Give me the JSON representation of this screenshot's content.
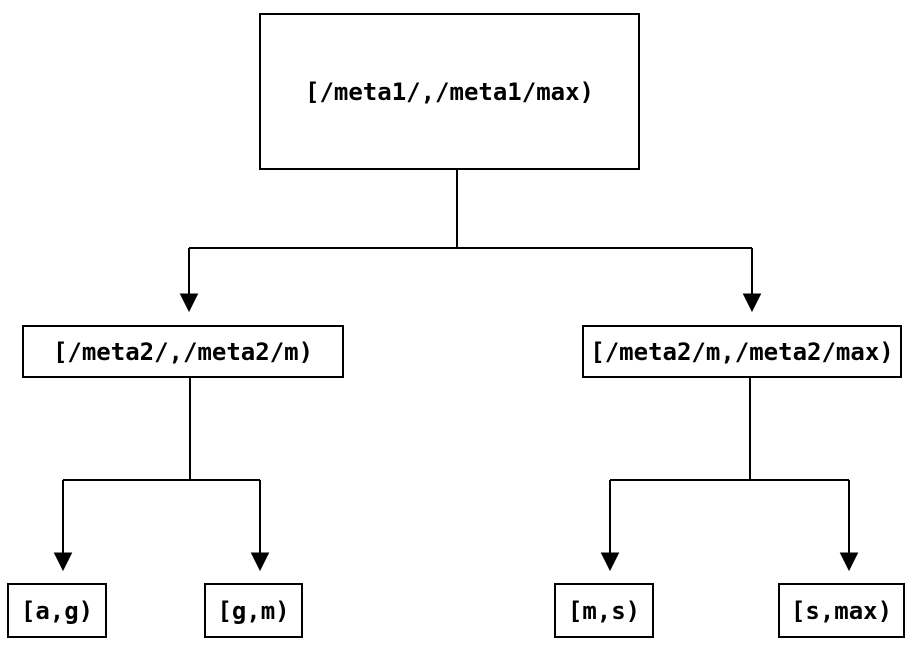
{
  "tree": {
    "root": {
      "label": "[/meta1/,/meta1/max)"
    },
    "level2": [
      {
        "label": "[/meta2/,/meta2/m)"
      },
      {
        "label": "[/meta2/m,/meta2/max)"
      }
    ],
    "leaves": [
      {
        "label": "[a,g)"
      },
      {
        "label": "[g,m)"
      },
      {
        "label": "[m,s)"
      },
      {
        "label": "[s,max)"
      }
    ],
    "colors": {
      "line": "#000000",
      "text": "#000000",
      "node_border": "#000000",
      "node_fill": "#ffffff",
      "background": "#ffffff"
    }
  }
}
